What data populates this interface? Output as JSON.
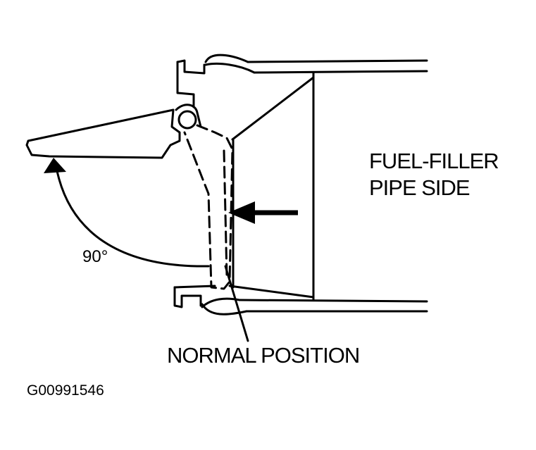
{
  "labels": {
    "side_line1": "FUEL-FILLER",
    "side_line2": "PIPE SIDE",
    "normal_position": "NORMAL POSITION",
    "angle": "90°",
    "figure_id": "G00991546"
  },
  "colors": {
    "ink": "#000000",
    "background": "#ffffff"
  }
}
